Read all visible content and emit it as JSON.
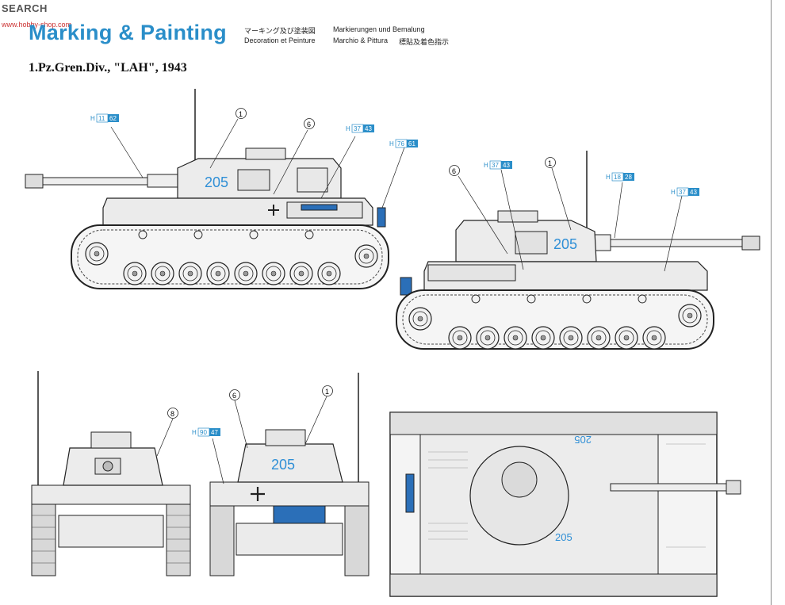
{
  "watermark": {
    "text": "SEARCH",
    "sub": "www.hobby-shop.com"
  },
  "header": {
    "title": "Marking & Painting",
    "labels": [
      "マーキング及び塗装図",
      "Markierungen und Bemalung",
      "Decoration et Peinture",
      "Marchio & Pittura",
      "標貼及着色指示"
    ]
  },
  "subtitle": "1.Pz.Gren.Div., \"LAH\", 1943",
  "decal_number": "205",
  "decal_number_mirror": "205",
  "callouts": {
    "c1": "1",
    "c6": "6",
    "c8": "8"
  },
  "paint_refs": [
    {
      "h": "H",
      "a": "11",
      "b": "62"
    },
    {
      "h": "H",
      "a": "37",
      "b": "43"
    },
    {
      "h": "H",
      "a": "76",
      "b": "61"
    },
    {
      "h": "H",
      "a": "37",
      "b": "43"
    },
    {
      "h": "H",
      "a": "18",
      "b": "28"
    },
    {
      "h": "H",
      "a": "37",
      "b": "43"
    },
    {
      "h": "H",
      "a": "90",
      "b": "47"
    }
  ],
  "colors": {
    "accent": "#2a8ec9",
    "decal": "#2f8fd6",
    "tank": "#e9e9e9",
    "line": "#222222",
    "blue_part": "#2b6fb8"
  }
}
